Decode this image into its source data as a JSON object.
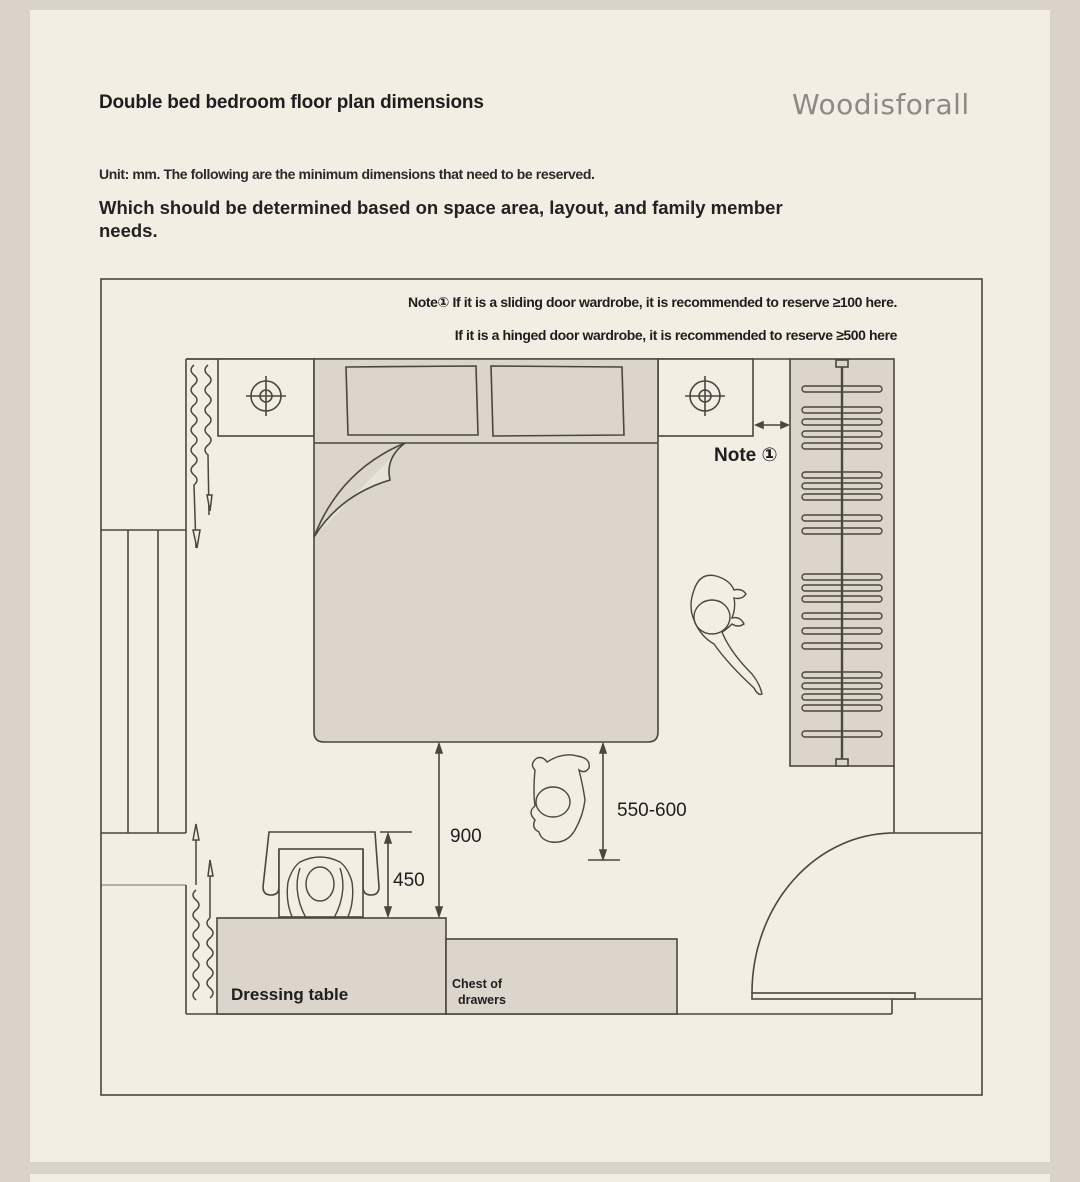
{
  "header": {
    "title": "Double bed bedroom floor plan dimensions",
    "brand": "Woodisforall",
    "unit_note": "Unit: mm. The following are the minimum dimensions that need to be reserved.",
    "subtitle": "Which should be determined based on space area, layout, and family member needs."
  },
  "notes": {
    "note1_sliding": "Note① If it is a sliding door wardrobe, it is recommended to reserve ≥100 here.",
    "note1_hinged": "If it is a hinged door wardrobe, it is recommended to reserve ≥500 here",
    "note1_marker": "Note ①"
  },
  "dimensions": {
    "bed_to_dresser": "900",
    "chair_depth": "450",
    "bed_to_person": "550-600"
  },
  "furniture": {
    "dressing_table": "Dressing table",
    "chest_line1": "Chest of",
    "chest_line2": "drawers"
  },
  "colors": {
    "background_outer": "#d9d3c9",
    "paper": "#f2eee4",
    "furniture_fill": "#dbd5cb",
    "line": "#4a4640",
    "brand_text": "#8c8a86"
  }
}
